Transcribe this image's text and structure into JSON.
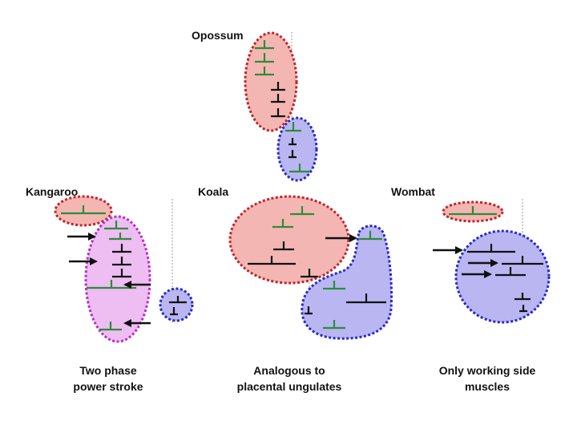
{
  "labels": {
    "opossum": "Opossum",
    "kangaroo": "Kangaroo",
    "koala": "Koala",
    "wombat": "Wombat"
  },
  "captions": {
    "kangaroo": [
      "Two phase",
      "power stroke"
    ],
    "koala": [
      "Analogous to",
      "placental ungulates"
    ],
    "wombat": [
      "Only working side",
      "muscles"
    ]
  },
  "colors": {
    "red_fill": "#f4b6b2",
    "red_stroke": "#c0262b",
    "blue_fill": "#b9b6f2",
    "blue_stroke": "#2a2ac4",
    "magenta_fill": "#eebdf2",
    "magenta_stroke": "#b532c4",
    "green": "#2e8b3a",
    "black": "#111111"
  }
}
